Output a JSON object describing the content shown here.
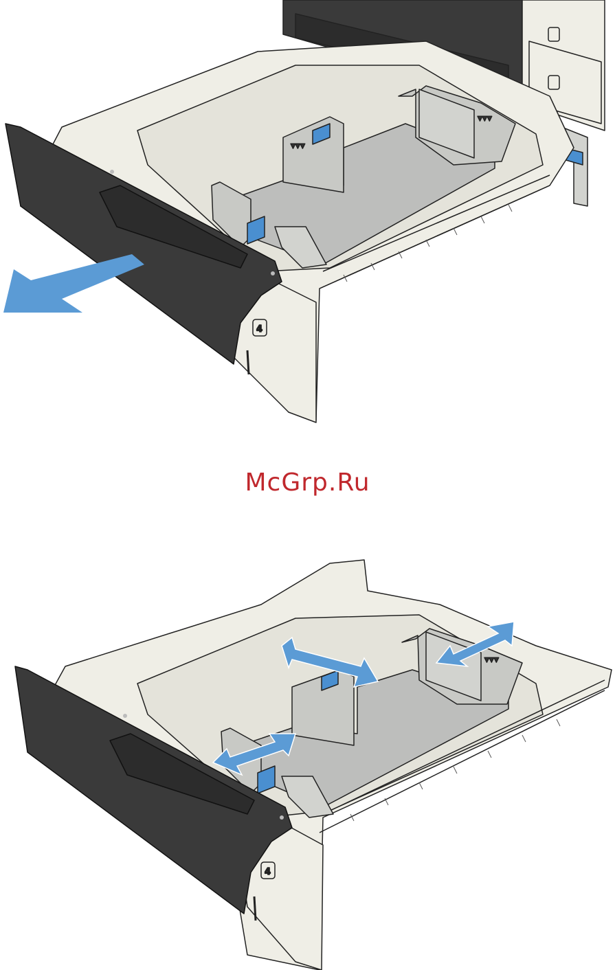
{
  "watermark": {
    "text": "McGrp.Ru"
  },
  "figures": [
    {
      "tray_number": "4",
      "label_dots": "▼▼▼"
    },
    {
      "tray_number": "4",
      "label_dots": "▼▼▼"
    }
  ],
  "colors": {
    "arrow_blue": "#5b9bd5",
    "latch_blue": "#4a8fd0",
    "tray_body": "#efeee6",
    "tray_outline": "#222222",
    "paper_bed": "#bdbebc",
    "front_panel": "#3a3a3a",
    "guide_gray": "#c8c9c5",
    "watermark_red": "#c0282d"
  },
  "icons": [
    "pull-out-arrow-icon",
    "double-arrow-icon"
  ]
}
